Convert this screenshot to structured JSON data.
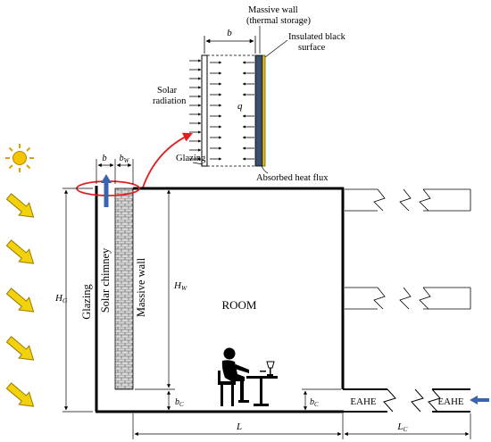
{
  "callout": {
    "dim_b": "b",
    "massive_wall_line1": "Massive wall",
    "massive_wall_line2": "(thermal storage)",
    "insulated_line1": "Insulated black",
    "insulated_line2": "surface",
    "solar_line1": "Solar",
    "solar_line2": "radiation",
    "q": "q",
    "glazing": "Glazing",
    "absorbed": "Absorbed heat flux"
  },
  "main": {
    "dim_b": "b",
    "dim_bw": "bW",
    "hg": "HG",
    "hw": "HW",
    "bc_left": "bC",
    "bc_right": "bC",
    "glazing": "Glazing",
    "chimney": "Solar chimney",
    "massive_wall": "Massive wall",
    "room": "ROOM",
    "dim_l": "L",
    "dim_lc": "LC",
    "eahe_left": "EAHE",
    "eahe_right": "EAHE"
  },
  "colors": {
    "sun": "#f5c400",
    "arrow_fill": "#f2d20a",
    "arrow_edge": "#9a7a00",
    "wall_dark": "#3b4f6e",
    "wall_yellow": "#f2c200",
    "highlight": "#e02020",
    "flow_arrow": "#3a64b0"
  }
}
